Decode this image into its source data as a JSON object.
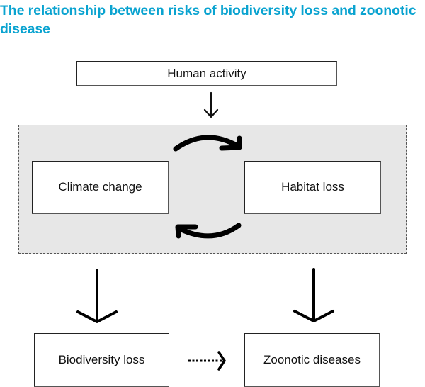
{
  "title": "The relationship between risks of biodiversity loss and zoonotic disease",
  "title_color": "#0aa3d0",
  "nodes": {
    "human_activity": "Human activity",
    "climate_change": "Climate change",
    "habitat_loss": "Habitat loss",
    "biodiversity_loss": "Biodiversity loss",
    "zoonotic_diseases": "Zoonotic diseases"
  },
  "group_fill": "#e7e7e7",
  "edges": [
    {
      "from": "Human activity",
      "to": "Climate change / Habitat loss group",
      "style": "solid"
    },
    {
      "from": "Climate change",
      "to": "Habitat loss",
      "style": "curved-solid"
    },
    {
      "from": "Habitat loss",
      "to": "Climate change",
      "style": "curved-solid"
    },
    {
      "from": "group",
      "to": "Biodiversity loss",
      "style": "solid"
    },
    {
      "from": "group",
      "to": "Zoonotic diseases",
      "style": "solid"
    },
    {
      "from": "Biodiversity loss",
      "to": "Zoonotic diseases",
      "style": "dotted"
    }
  ]
}
